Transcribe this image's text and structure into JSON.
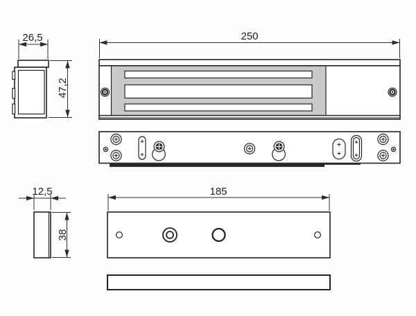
{
  "drawing": {
    "background_color": "#fdfdfd",
    "line_color": "#222222",
    "magnet_fill": "#c9c9c9",
    "views": {
      "lock_side": {
        "dim_width": "26,5",
        "dim_height": "47,2"
      },
      "lock_front": {
        "dim_length": "250"
      },
      "plate_side": {
        "dim_thickness": "12,5",
        "dim_height": "38"
      },
      "plate_front": {
        "dim_length": "185"
      }
    }
  }
}
